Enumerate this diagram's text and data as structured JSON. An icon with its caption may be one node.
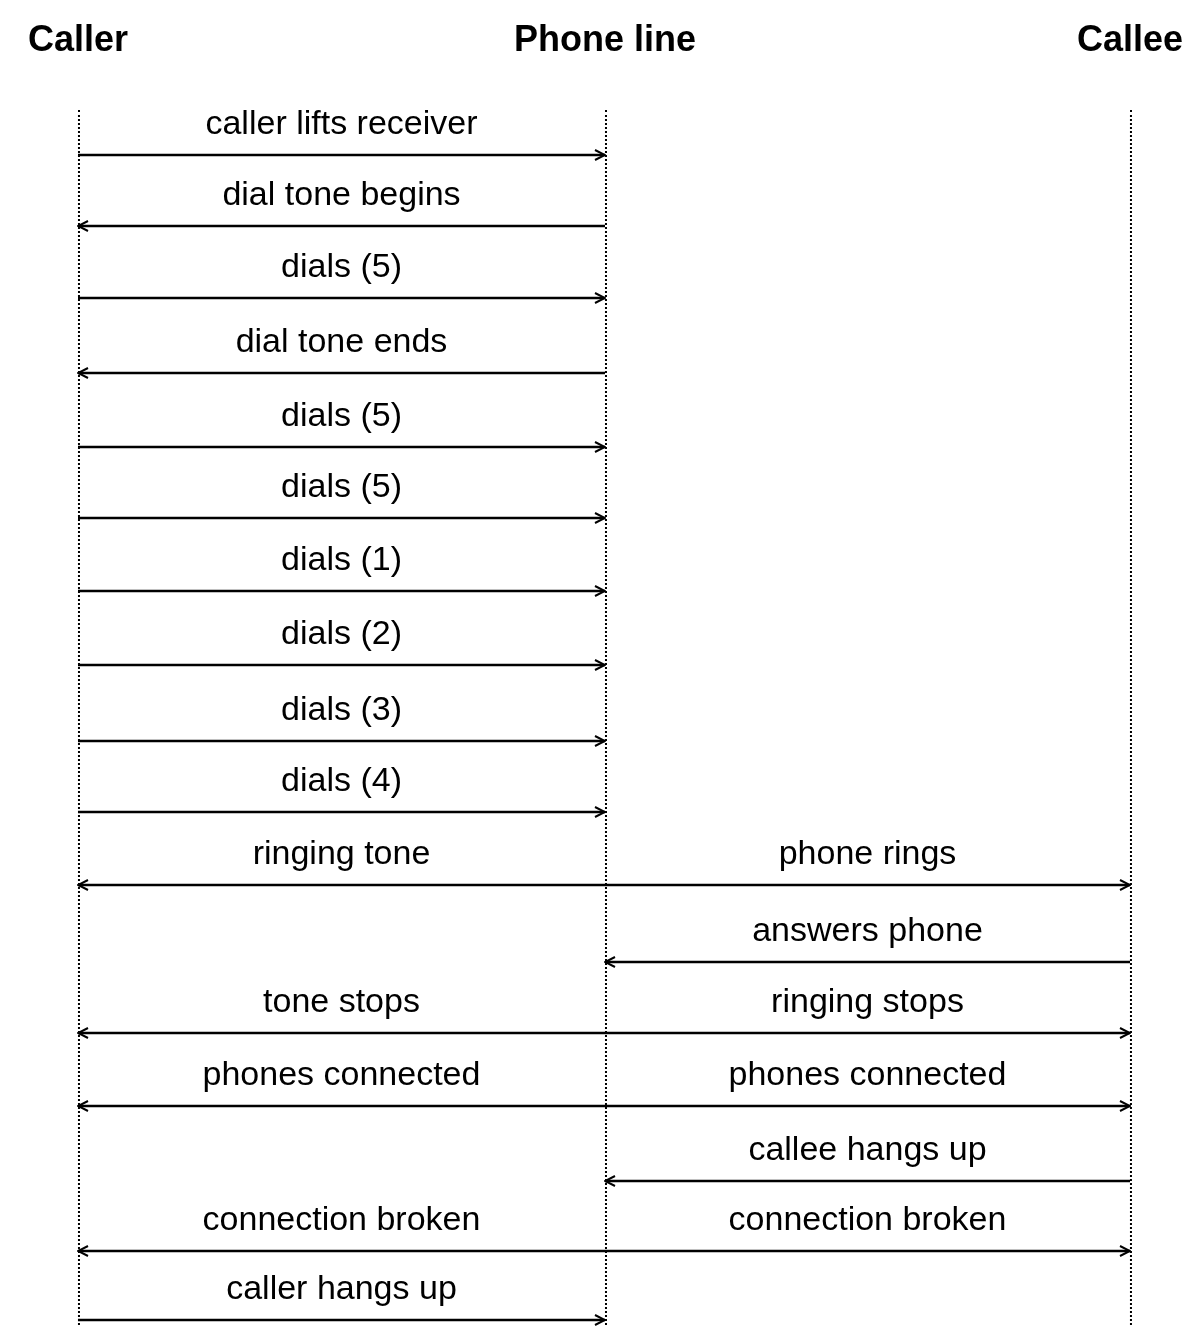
{
  "diagram": {
    "nodes": [
      {
        "text": [
          "Caller"
        ]
      },
      {
        "text": [
          "Phone line"
        ]
      },
      {
        "text": [
          "Callee"
        ]
      }
    ],
    "edges": [
      {
        "from": 0,
        "to": 1,
        "arrow": "to",
        "label": "caller lifts receiver"
      },
      {
        "from": 1,
        "to": 0,
        "arrow": "to",
        "label": "dial tone begins"
      },
      {
        "from": 0,
        "to": 1,
        "arrow": "to",
        "label": "dials (5)"
      },
      {
        "from": 1,
        "to": 0,
        "arrow": "to",
        "label": "dial tone ends"
      },
      {
        "from": 0,
        "to": 1,
        "arrow": "to",
        "label": "dials (5)"
      },
      {
        "from": 0,
        "to": 1,
        "arrow": "to",
        "label": "dials (5)"
      },
      {
        "from": 0,
        "to": 1,
        "arrow": "to",
        "label": "dials (1)"
      },
      {
        "from": 0,
        "to": 1,
        "arrow": "to",
        "label": "dials (2)"
      },
      {
        "from": 0,
        "to": 1,
        "arrow": "to",
        "label": "dials (3)"
      },
      {
        "from": 0,
        "to": 1,
        "arrow": "to",
        "label": "dials (4)"
      },
      {
        "from": 1,
        "to": 0,
        "arrow": "to",
        "label": "ringing tone"
      },
      {
        "from": 1,
        "to": 2,
        "arrow": "to",
        "label": "phone rings"
      },
      {
        "from": 2,
        "to": 1,
        "arrow": "to",
        "label": "answers phone"
      },
      {
        "from": 1,
        "to": 0,
        "arrow": "to",
        "label": "tone stops"
      },
      {
        "from": 1,
        "to": 2,
        "arrow": "to",
        "label": "ringing stops"
      },
      {
        "from": 1,
        "to": 0,
        "arrow": "to",
        "label": "phones connected"
      },
      {
        "from": 1,
        "to": 2,
        "arrow": "to",
        "label": "phones connected"
      },
      {
        "from": 2,
        "to": 1,
        "arrow": "to",
        "label": "callee hangs up"
      },
      {
        "from": 1,
        "to": 0,
        "arrow": "to",
        "label": "connection broken"
      },
      {
        "from": 1,
        "to": 2,
        "arrow": "to",
        "label": "connection broken"
      },
      {
        "from": 0,
        "to": 1,
        "arrow": "to",
        "label": "caller hangs up"
      }
    ]
  }
}
